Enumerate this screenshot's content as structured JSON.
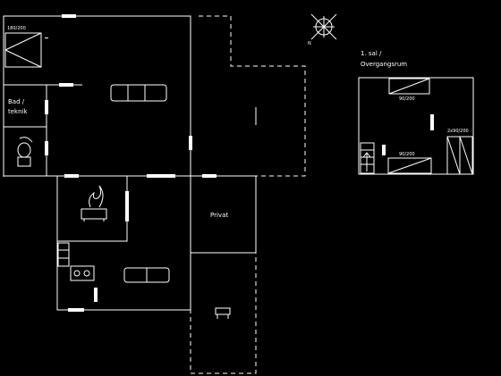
{
  "labels": {
    "bed_big": "180/200",
    "bad_teknik": "Bad /\nteknik",
    "privat": "Privat",
    "first_floor": "1. sal /",
    "first_floor_sub": "Overgangsrum",
    "bed_a": "90/200",
    "bed_b": "90/200",
    "bed_c": "2x90/200",
    "compass_n": "N"
  },
  "icons": {
    "compass": "compass-rose-icon",
    "sofa": "sofa-icon",
    "stove": "wood-stove-icon",
    "toilet": "toilet-icon",
    "bench": "bench-icon",
    "stairs": "stairs-icon"
  }
}
